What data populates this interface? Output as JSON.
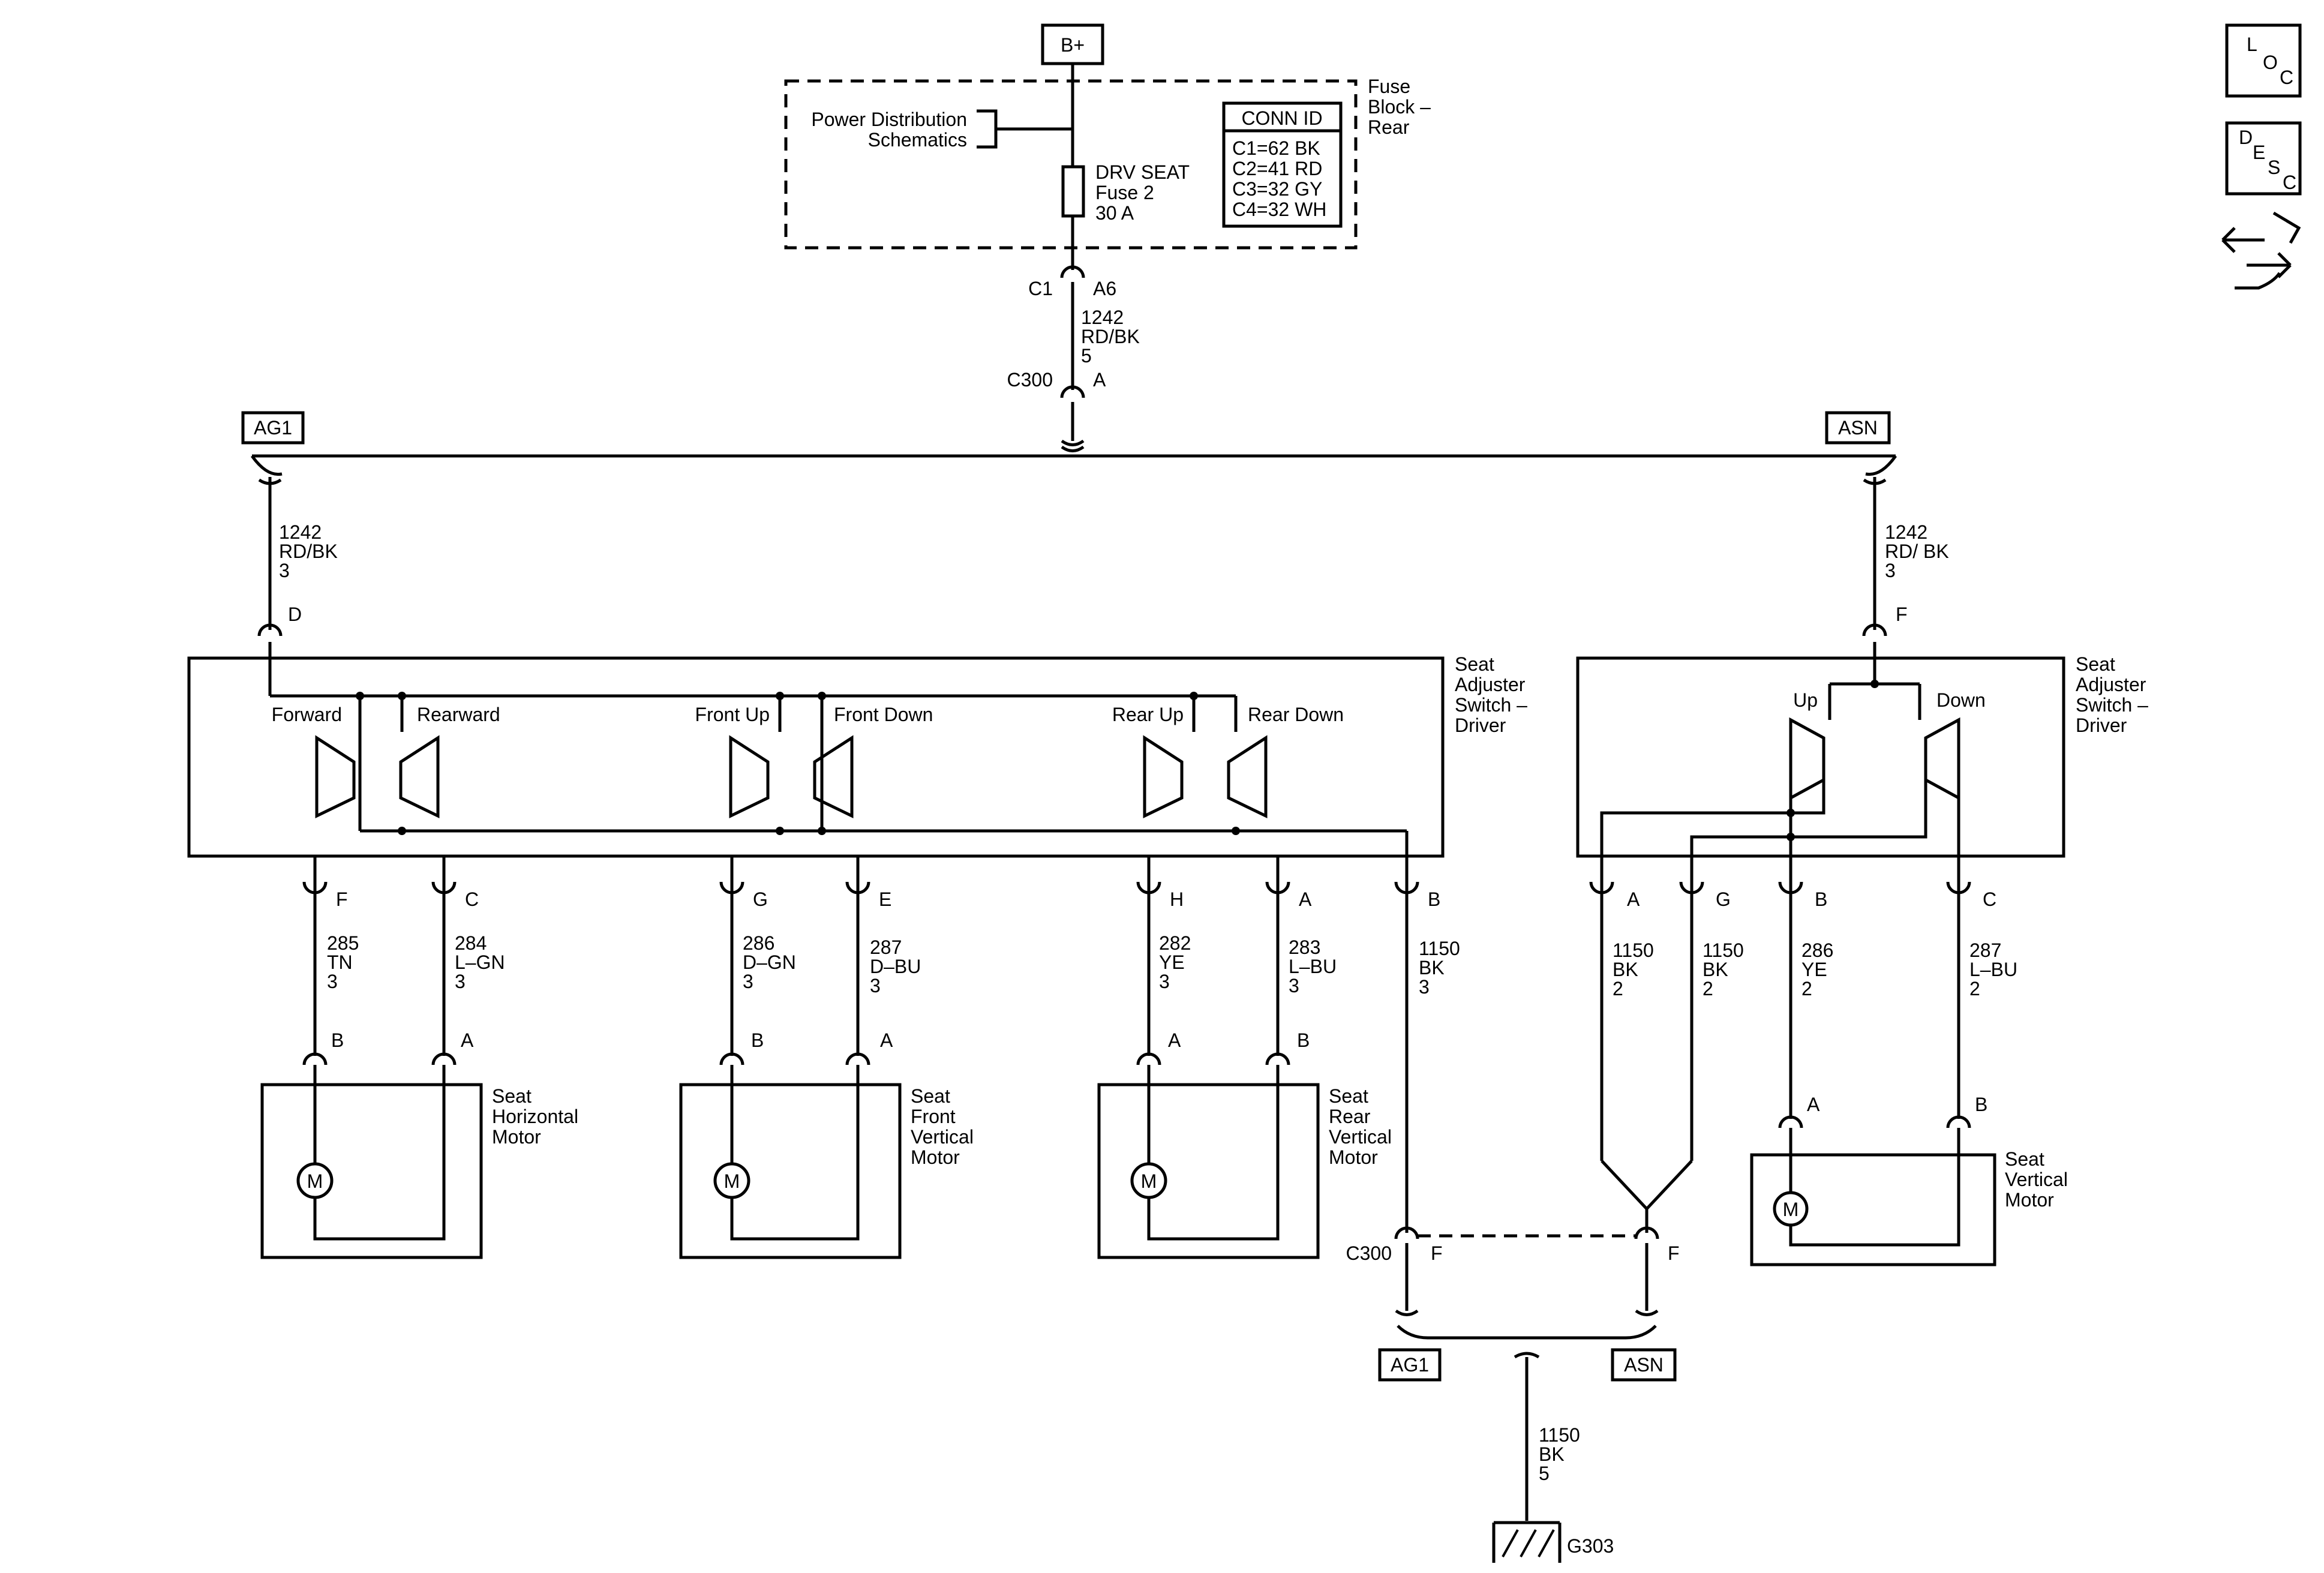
{
  "power": {
    "source": "B+"
  },
  "fuse_block": {
    "label": "Fuse Block – Rear",
    "pds": "Power Distribution Schematics",
    "fuse_name": "DRV SEAT",
    "fuse_num": "Fuse 2",
    "fuse_rating": "30 A",
    "conn_title": "CONN ID",
    "conn": [
      "C1=62 BK",
      "C2=41 RD",
      "C3=32 GY",
      "C4=32 WH"
    ]
  },
  "connectors": {
    "c1": "C1",
    "c1_pin": "A6",
    "c300": "C300",
    "c300_pin_a": "A",
    "c300_pin_f": "F"
  },
  "wires": {
    "feed_main": [
      "1242",
      "RD/BK",
      "5"
    ],
    "feed_left": [
      "1242",
      "RD/BK",
      "3"
    ],
    "feed_right": [
      "1242",
      "RD/ BK",
      "3"
    ],
    "w285": [
      "285",
      "TN",
      "3"
    ],
    "w284": [
      "284",
      "L–GN",
      "3"
    ],
    "w286": [
      "286",
      "D–GN",
      "3"
    ],
    "w287": [
      "287",
      "D–BU",
      "3"
    ],
    "w282": [
      "282",
      "YE",
      "3"
    ],
    "w283": [
      "283",
      "L–BU",
      "3"
    ],
    "w1150": [
      "1150",
      "BK",
      "3"
    ],
    "r1150a": [
      "1150",
      "BK",
      "2"
    ],
    "r1150b": [
      "1150",
      "BK",
      "2"
    ],
    "r286": [
      "286",
      "YE",
      "2"
    ],
    "r287": [
      "287",
      "L–BU",
      "2"
    ],
    "ground": [
      "1150",
      "BK",
      "5"
    ]
  },
  "options": {
    "ag1": "AG1",
    "asn": "ASN"
  },
  "switch_left": {
    "label": [
      "Seat",
      "Adjuster",
      "Switch –",
      "Driver"
    ],
    "feed_pin": "D",
    "positions": [
      "Forward",
      "Rearward",
      "Front Up",
      "Front Down",
      "Rear Up",
      "Rear Down"
    ],
    "pins": [
      "F",
      "C",
      "G",
      "E",
      "H",
      "A",
      "B"
    ]
  },
  "switch_right": {
    "label": [
      "Seat",
      "Adjuster",
      "Switch –",
      "Driver"
    ],
    "feed_pin": "F",
    "positions": [
      "Up",
      "Down"
    ],
    "pins": [
      "A",
      "G",
      "B",
      "C"
    ]
  },
  "motors": {
    "horizontal": {
      "label": [
        "Seat",
        "Horizontal",
        "Motor"
      ],
      "pins": [
        "B",
        "A"
      ],
      "symbol": "M"
    },
    "front_vertical": {
      "label": [
        "Seat",
        "Front",
        "Vertical",
        "Motor"
      ],
      "pins": [
        "B",
        "A"
      ],
      "symbol": "M"
    },
    "rear_vertical": {
      "label": [
        "Seat",
        "Rear",
        "Vertical",
        "Motor"
      ],
      "pins": [
        "A",
        "B"
      ],
      "symbol": "M"
    },
    "vertical": {
      "label": [
        "Seat",
        "Vertical",
        "Motor"
      ],
      "pins": [
        "A",
        "B"
      ],
      "symbol": "M"
    }
  },
  "ground": {
    "label": "G303"
  },
  "side_icons": {
    "loc": [
      "L",
      "O",
      "C"
    ],
    "desc": [
      "D",
      "E",
      "S",
      "C"
    ],
    "icon": "exchange-arrows-icon"
  }
}
